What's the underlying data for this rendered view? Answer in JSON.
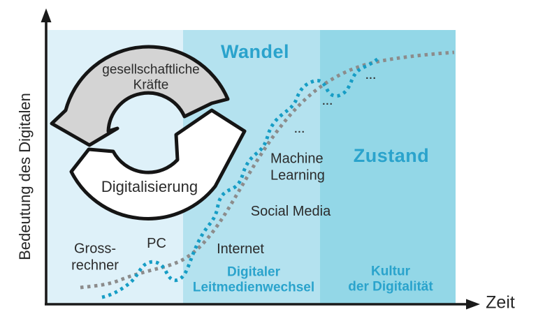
{
  "figure": {
    "description": "S-curve diagram of digitalisation over time with feedback cycle"
  },
  "colors": {
    "zone_early": "#def1f9",
    "zone_middle": "#b4e2ef",
    "zone_late": "#93d7e7",
    "accent_cyan": "#2aa3cc",
    "curve_cyan": "#179dc5",
    "curve_gray": "#8c8c8c",
    "cycle_gray_fill": "#d4d4d4",
    "axis_black": "#1a1a1a"
  },
  "axes": {
    "y_label": "Bedeutung des Digitalen",
    "x_label": "Zeit"
  },
  "phases": {
    "wandel": "Wandel",
    "zustand": "Zustand",
    "digitaler_leitmedienwechsel": "Digitaler\nLeitmedienwechsel",
    "kultur_der_digitalitaet": "Kultur\nder Digitalität"
  },
  "cycle": {
    "top": "gesellschaftliche\nKräfte",
    "bottom": "Digitalisierung"
  },
  "milestones": {
    "grossrechner": "Gross-\nrechner",
    "pc": "PC",
    "internet": "Internet",
    "social_media": "Social Media",
    "machine_learning": "Machine\nLearning",
    "more_1": "...",
    "more_2": "...",
    "more_3": "..."
  }
}
